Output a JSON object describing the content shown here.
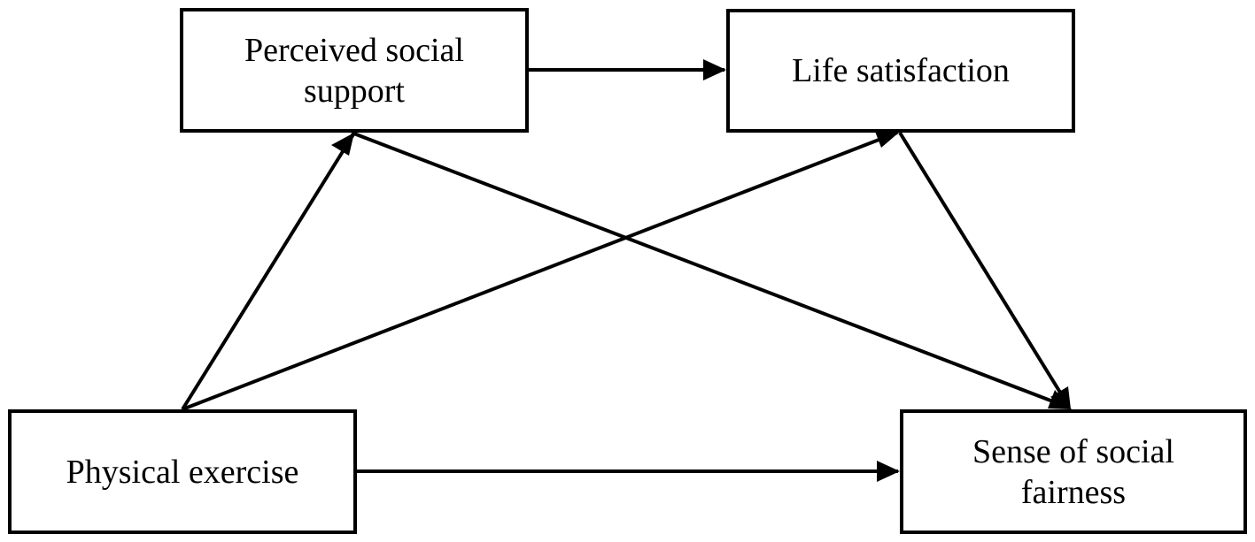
{
  "nodes": {
    "perceived_social_support": "Perceived social\nsupport",
    "life_satisfaction": "Life satisfaction",
    "physical_exercise": "Physical exercise",
    "sense_of_social_fairness": "Sense of social\nfairness"
  },
  "edges": [
    {
      "from": "perceived_social_support",
      "to": "life_satisfaction"
    },
    {
      "from": "physical_exercise",
      "to": "perceived_social_support"
    },
    {
      "from": "physical_exercise",
      "to": "life_satisfaction"
    },
    {
      "from": "physical_exercise",
      "to": "sense_of_social_fairness"
    },
    {
      "from": "perceived_social_support",
      "to": "sense_of_social_fairness"
    },
    {
      "from": "life_satisfaction",
      "to": "sense_of_social_fairness"
    }
  ],
  "colors": {
    "stroke": "#000000",
    "background": "#ffffff"
  }
}
